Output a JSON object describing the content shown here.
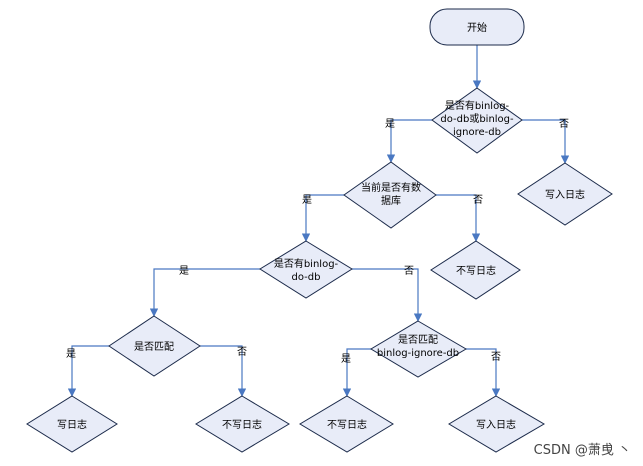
{
  "diagram": {
    "nodes": {
      "start": "开始",
      "has_binlog_do_or_ignore": [
        "是否有binlog-",
        "do-db或binlog-",
        "ignore-db"
      ],
      "write_log_top": "写入日志",
      "has_current_db": [
        "当前是否有数",
        "据库"
      ],
      "no_write_log_mid": "不写日志",
      "has_binlog_do": [
        "是否有binlog-",
        "do-db"
      ],
      "match_left": "是否匹配",
      "match_ignore": [
        "是否匹配",
        "binlog-ignore-db"
      ],
      "write_log_ll": "写日志",
      "no_write_log_lr": "不写日志",
      "no_write_log_rl": "不写日志",
      "write_log_rr": "写入日志"
    },
    "edge_labels": {
      "yes": "是",
      "no": "否"
    }
  },
  "watermark": "CSDN @萧曵 丶"
}
